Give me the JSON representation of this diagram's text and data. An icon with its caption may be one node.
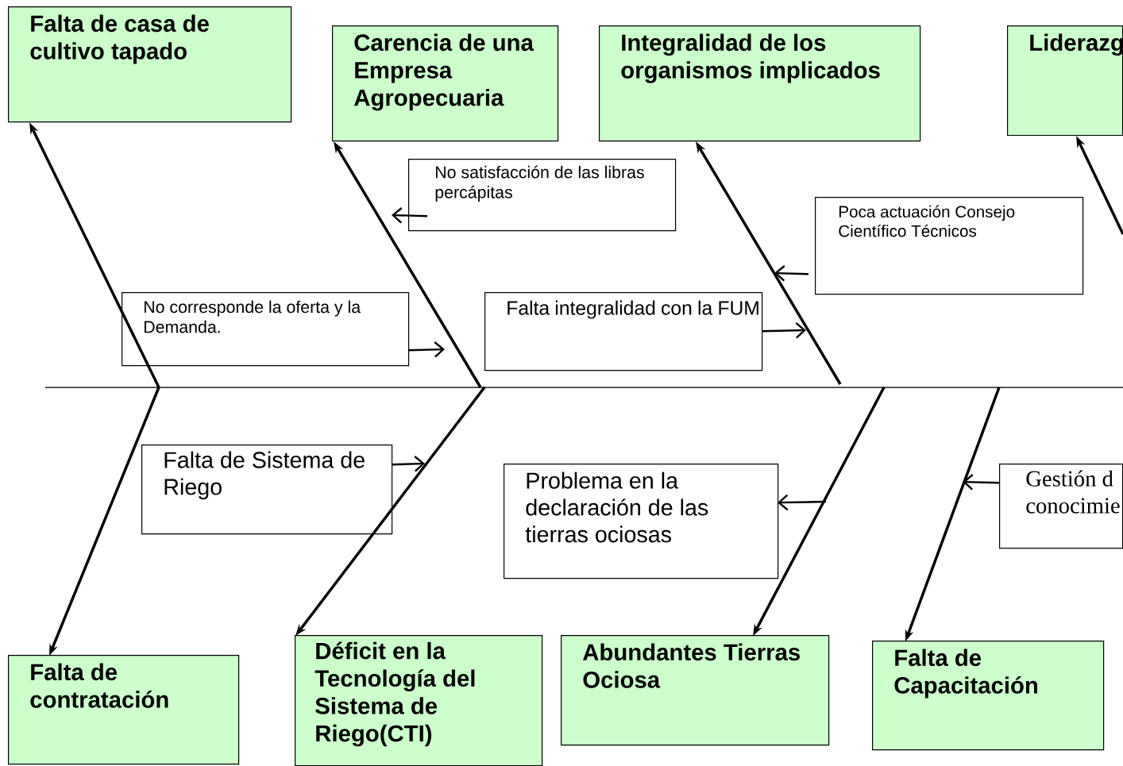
{
  "diagram": {
    "nodes": [
      {
        "text": [
          "Falta de casa de cultivo tapado"
        ]
      },
      {
        "text": [
          "Carencia de una Empresa Agropecuaria"
        ]
      },
      {
        "text": [
          "Integralidad de los organismos implicados"
        ]
      },
      {
        "text": [
          "Liderazg"
        ]
      },
      {
        "text": [
          "No satisfacción de las libras percápitas"
        ]
      },
      {
        "text": [
          "Poca actuación Consejo Científico Técnicos"
        ]
      },
      {
        "text": [
          "No corresponde la oferta y la Demanda."
        ]
      },
      {
        "text": [
          "Falta integralidad con la FUM"
        ]
      },
      {
        "text": [
          "Falta de Sistema de Riego"
        ]
      },
      {
        "text": [
          "Problema en la declaración de las tierras ociosas"
        ]
      },
      {
        "text": [
          "Gestión d conocimie"
        ]
      },
      {
        "text": [
          "Falta de contratación"
        ]
      },
      {
        "text": [
          "Déficit en la Tecnología del Sistema de Riego(CTI)"
        ]
      },
      {
        "text": [
          "Abundantes Tierras Ociosa"
        ]
      },
      {
        "text": [
          "Falta de Capacitación"
        ]
      }
    ],
    "edges": [
      {
        "from": null,
        "to": 0,
        "arrow": "to"
      },
      {
        "from": null,
        "to": 1,
        "arrow": "to"
      },
      {
        "from": null,
        "to": 2,
        "arrow": "to"
      },
      {
        "from": null,
        "to": 3,
        "arrow": "to"
      },
      {
        "from": null,
        "to": 11,
        "arrow": "to"
      },
      {
        "from": null,
        "to": 12,
        "arrow": "to"
      },
      {
        "from": null,
        "to": 13,
        "arrow": "to"
      },
      {
        "from": null,
        "to": 14,
        "arrow": "to"
      },
      {
        "from": 4,
        "to": null,
        "arrow": "to"
      },
      {
        "from": 5,
        "to": null,
        "arrow": "to"
      },
      {
        "from": 6,
        "to": null,
        "arrow": "to"
      },
      {
        "from": 7,
        "to": null,
        "arrow": "to"
      },
      {
        "from": 8,
        "to": null,
        "arrow": "to"
      },
      {
        "from": null,
        "to": 9,
        "arrow": "to"
      },
      {
        "from": 10,
        "to": null,
        "arrow": "to"
      }
    ]
  }
}
